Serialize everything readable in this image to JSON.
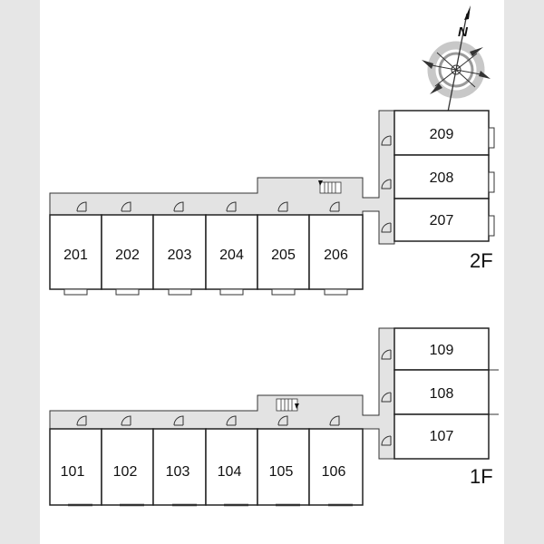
{
  "compass": {
    "north_label": "N",
    "icon": "compass-rose-icon"
  },
  "floors": [
    {
      "label": "2F",
      "west_wing": [
        "201",
        "202",
        "203",
        "204",
        "205",
        "206"
      ],
      "east_wing": [
        "209",
        "208",
        "207"
      ]
    },
    {
      "label": "1F",
      "west_wing": [
        "101",
        "102",
        "103",
        "104",
        "105",
        "106"
      ],
      "east_wing": [
        "109",
        "108",
        "107"
      ]
    }
  ],
  "colors": {
    "background": "#e6e6e6",
    "sheet": "#ffffff",
    "corridor": "#e3e3e3",
    "unit": "#ffffff",
    "line": "#222222"
  }
}
